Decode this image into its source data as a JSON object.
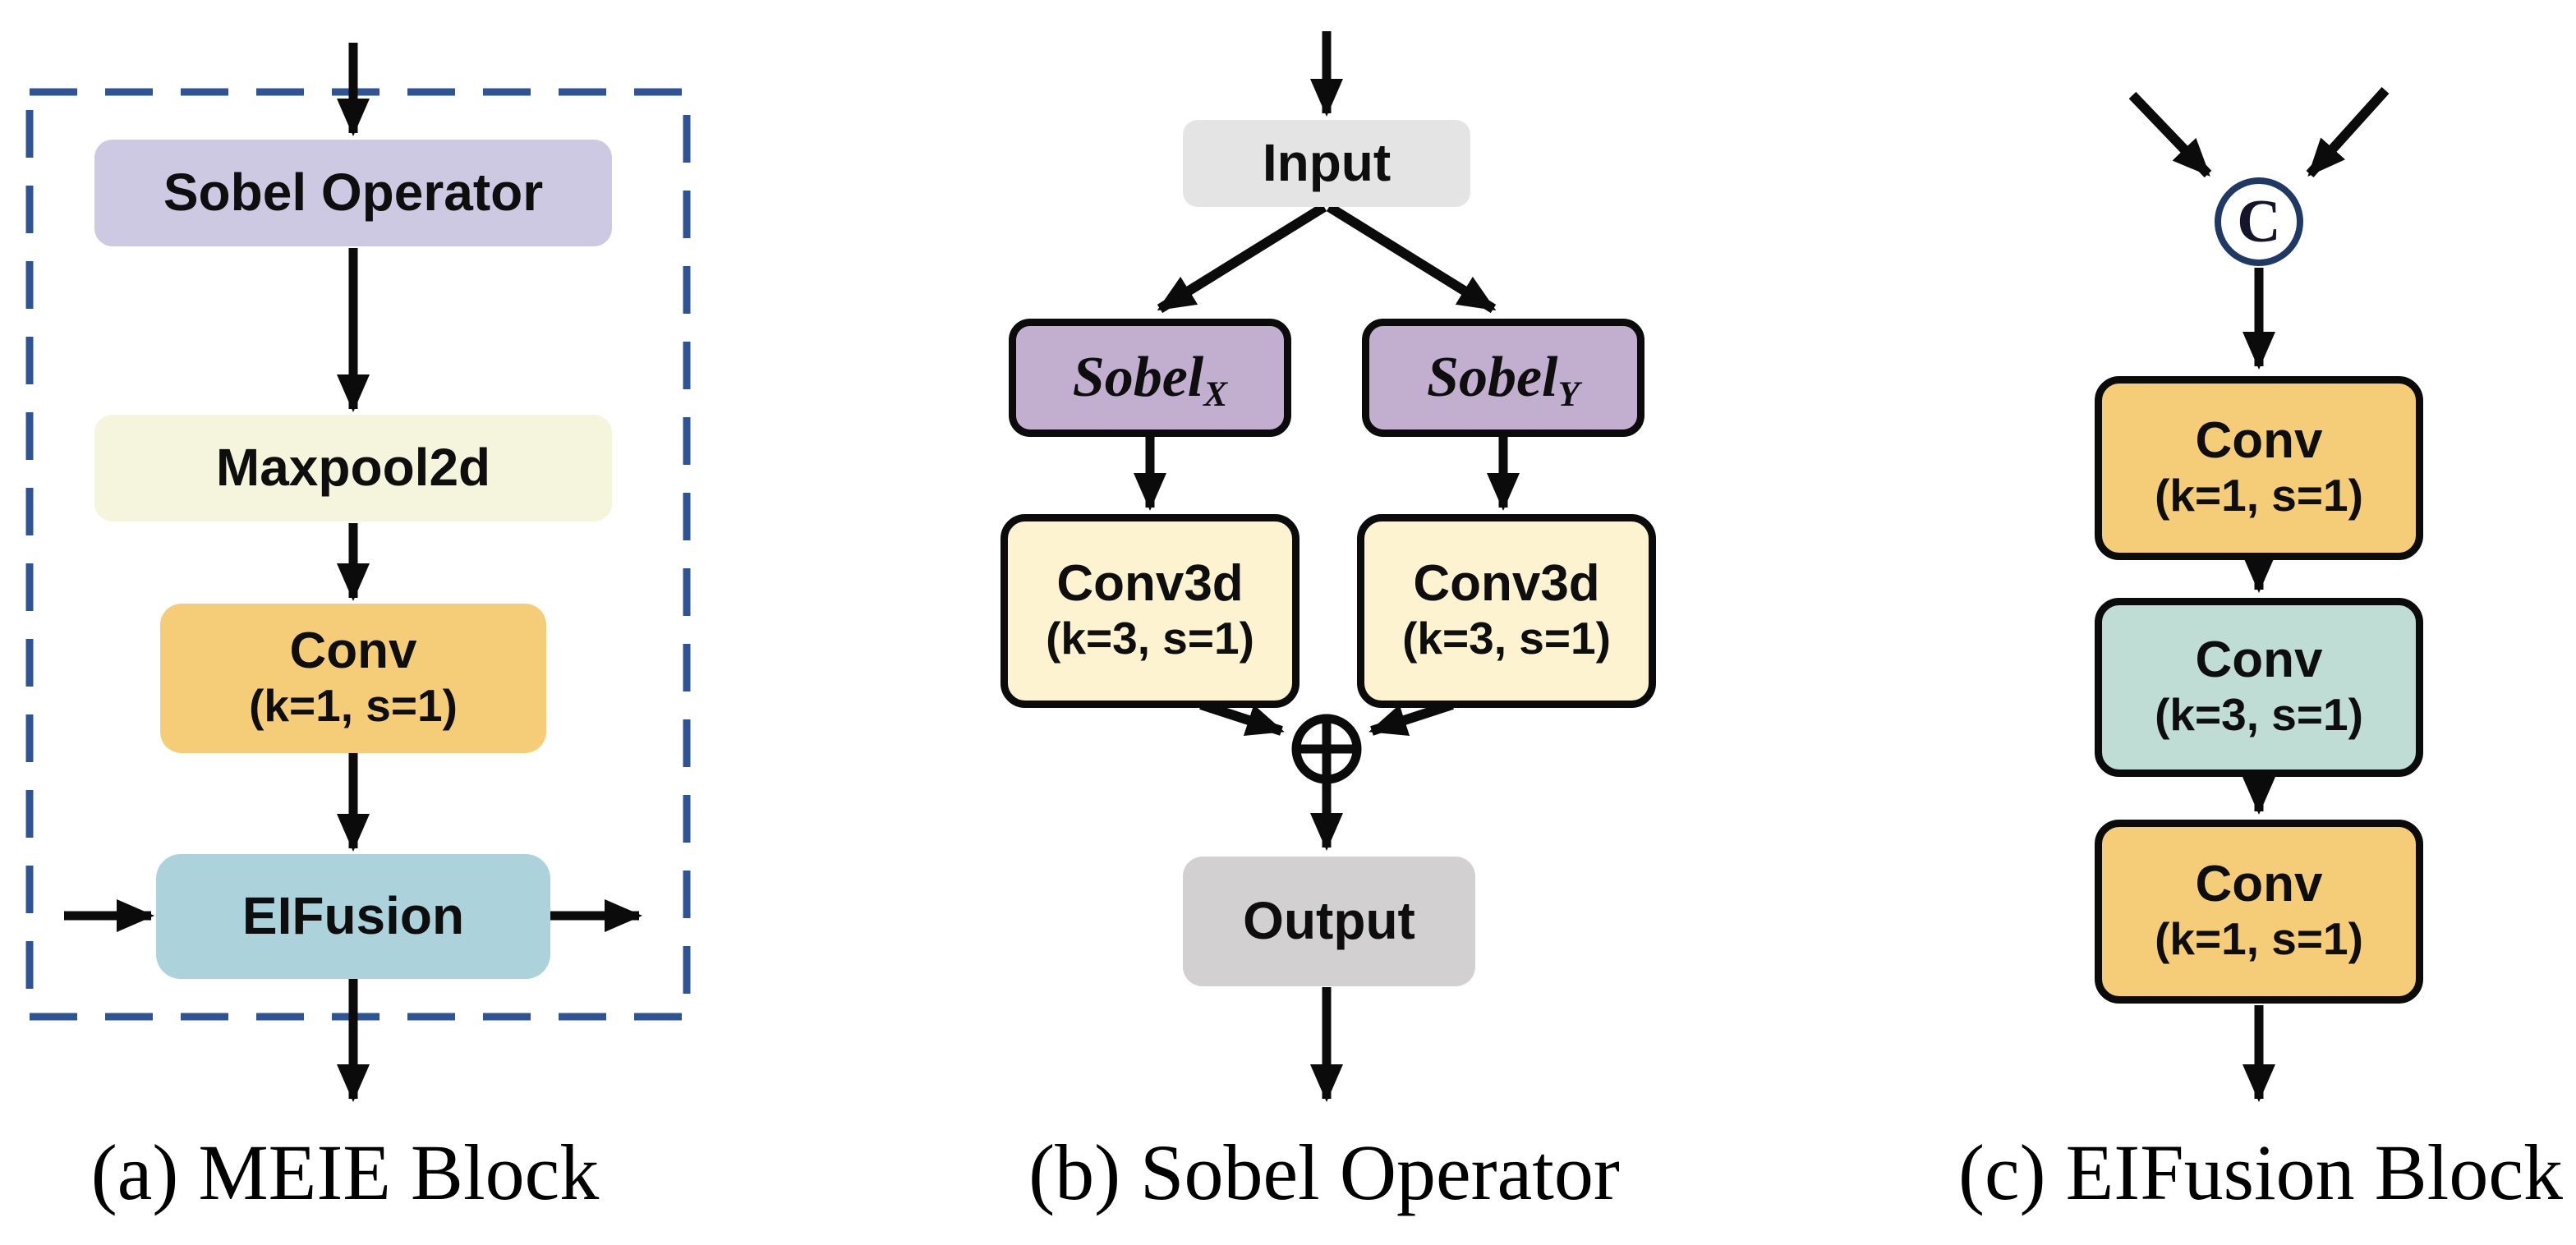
{
  "panel_a": {
    "caption": "(a) MEIE Block",
    "sobel_operator": "Sobel Operator",
    "maxpool": "Maxpool2d",
    "conv_label": "Conv",
    "conv_params": "(k=1, s=1)",
    "eifusion": "EIFusion"
  },
  "panel_b": {
    "caption": "(b) Sobel Operator",
    "input": "Input",
    "sobel_x_label": "Sobel",
    "sobel_x_sub": "X",
    "sobel_y_label": "Sobel",
    "sobel_y_sub": "Y",
    "conv3d_x_label": "Conv3d",
    "conv3d_x_params": "(k=3, s=1)",
    "conv3d_y_label": "Conv3d",
    "conv3d_y_params": "(k=3, s=1)",
    "output": "Output"
  },
  "panel_c": {
    "caption": "(c) EIFusion Block",
    "concat": "C",
    "conv1_label": "Conv",
    "conv1_params": "(k=1, s=1)",
    "conv2_label": "Conv",
    "conv2_params": "(k=3, s=1)",
    "conv3_label": "Conv",
    "conv3_params": "(k=1, s=1)"
  },
  "colors": {
    "lavender": "#CDC9E2",
    "pale_yellow": "#F5F4DC",
    "orange": "#F5CD78",
    "light_blue": "#ACD2DC",
    "purple": "#C2AECF",
    "cream": "#FDF3D0",
    "teal": "#C0DDD5",
    "input_gray": "#E5E4E4",
    "output_gray": "#D2D0D0",
    "dashed_border_blue": "#2F5496",
    "concat_circle_navy": "#1F3864",
    "arrow_black": "#0B0B0B"
  }
}
